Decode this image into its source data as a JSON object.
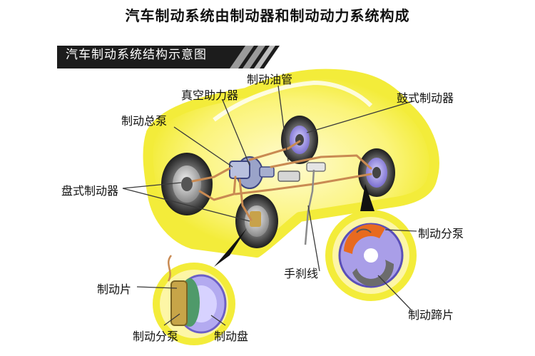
{
  "page_title": "汽车制动系统由制动器和制动动力系统构成",
  "banner_title": "汽车制动系统结构示意图",
  "labels": {
    "brake_pipe": "制动油管",
    "vacuum_booster": "真空助力器",
    "drum_brake": "鼓式制动器",
    "master_cylinder": "制动总泵",
    "disc_brake": "盘式制动器",
    "wheel_cylinder_drum": "制动分泵",
    "handbrake_cable": "手刹线",
    "brake_pad": "制动片",
    "brake_shoe": "制动蹄片",
    "wheel_cylinder_disc": "制动分泵",
    "brake_disc": "制动盘"
  },
  "colors": {
    "car_glow": "#f3ec3a",
    "banner": "#1c1c1c",
    "pipe": "#c98a52",
    "leader": "#3a3a3a"
  }
}
